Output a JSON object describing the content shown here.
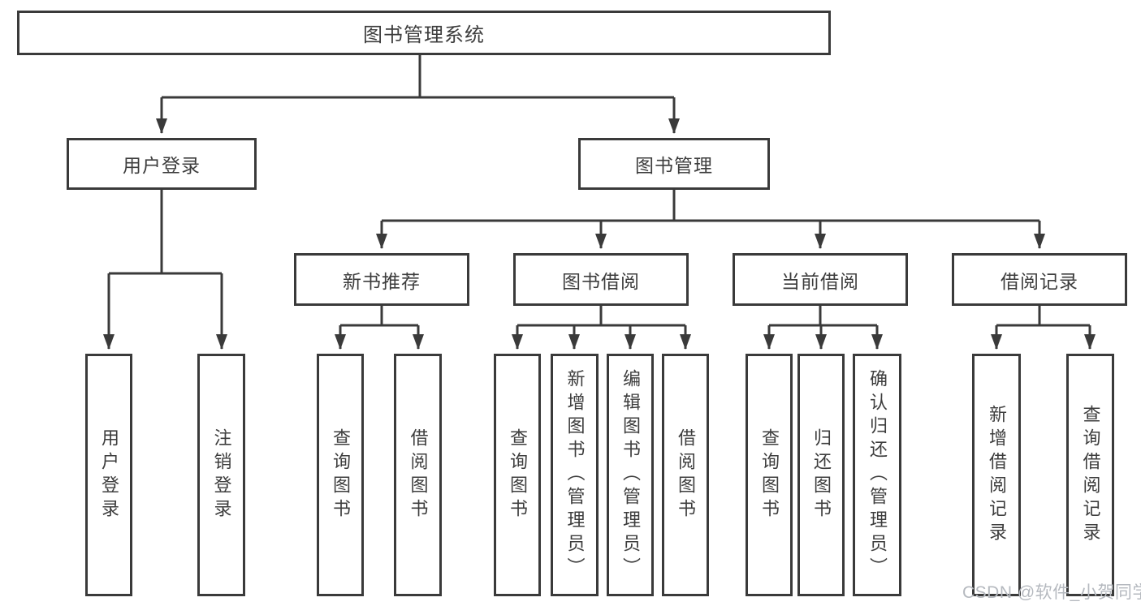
{
  "diagram": {
    "title": "图书管理系统",
    "branches": {
      "user_login": {
        "label": "用户登录",
        "children": [
          "用户登录",
          "注销登录"
        ]
      },
      "book_management": {
        "label": "图书管理",
        "sections": {
          "new_book_recommend": {
            "label": "新书推荐",
            "children": [
              "查询图书",
              "借阅图书"
            ]
          },
          "book_borrow": {
            "label": "图书借阅",
            "children": [
              "查询图书",
              "新增图书（管理员）",
              "编辑图书（管理员）",
              "借阅图书"
            ]
          },
          "current_borrow": {
            "label": "当前借阅",
            "children": [
              "查询图书",
              "归还图书",
              "确认归还（管理员）"
            ]
          },
          "borrow_record": {
            "label": "借阅记录",
            "children": [
              "新增借阅记录",
              "查询借阅记录"
            ]
          }
        }
      }
    }
  },
  "watermark": "CSDN @软件_小贺同学",
  "colors": {
    "line": "#3a3a3a",
    "text": "#3d3d3d",
    "box_background": "#ffffff",
    "page_background": "#ffffff",
    "watermark": "#b5b9bf"
  }
}
